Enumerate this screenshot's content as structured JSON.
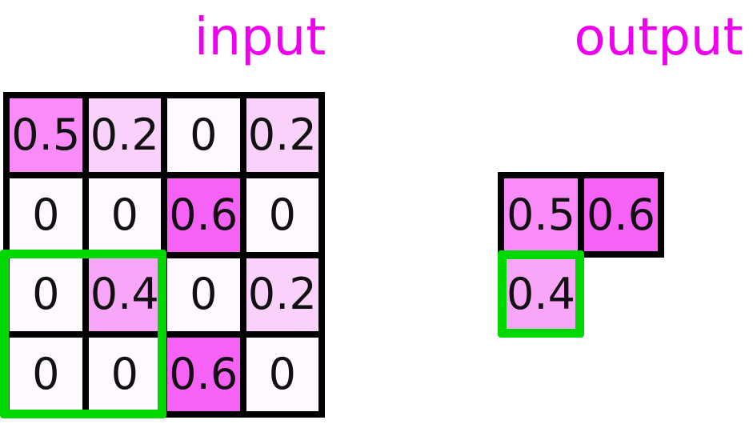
{
  "titles": {
    "input": "input",
    "output": "output"
  },
  "colors": {
    "title": "#EE00EE",
    "grid_border": "#000000",
    "highlight_green": "#00D900",
    "value_text": "#111111",
    "value_0": "#FEF9FE",
    "value_02": "#FAD1FA",
    "value_04": "#F9A6F9",
    "value_05": "#FA8CFA",
    "value_06": "#F661F6"
  },
  "input_grid": {
    "rows": 4,
    "cols": 4,
    "cells": [
      {
        "value": "0.5",
        "color": "#FA8CFA"
      },
      {
        "value": "0.2",
        "color": "#FAD1FA"
      },
      {
        "value": "0",
        "color": "#FEF9FE"
      },
      {
        "value": "0.2",
        "color": "#FAD1FA"
      },
      {
        "value": "0",
        "color": "#FEF9FE"
      },
      {
        "value": "0",
        "color": "#FEF9FE"
      },
      {
        "value": "0.6",
        "color": "#F661F6"
      },
      {
        "value": "0",
        "color": "#FEF9FE"
      },
      {
        "value": "0",
        "color": "#FEF9FE"
      },
      {
        "value": "0.4",
        "color": "#F9A6F9"
      },
      {
        "value": "0",
        "color": "#FEF9FE"
      },
      {
        "value": "0.2",
        "color": "#FAD1FA"
      },
      {
        "value": "0",
        "color": "#FEF9FE"
      },
      {
        "value": "0",
        "color": "#FEF9FE"
      },
      {
        "value": "0.6",
        "color": "#F661F6"
      },
      {
        "value": "0",
        "color": "#FEF9FE"
      }
    ],
    "highlight_window": "bottom-left 2x2 block (rows 3-4, cols 1-2)"
  },
  "output_grid": {
    "top_row": [
      {
        "value": "0.5",
        "color": "#FA8CFA"
      },
      {
        "value": "0.6",
        "color": "#F661F6"
      }
    ],
    "highlighted_cell": {
      "value": "0.4",
      "color": "#F9A6F9"
    }
  }
}
